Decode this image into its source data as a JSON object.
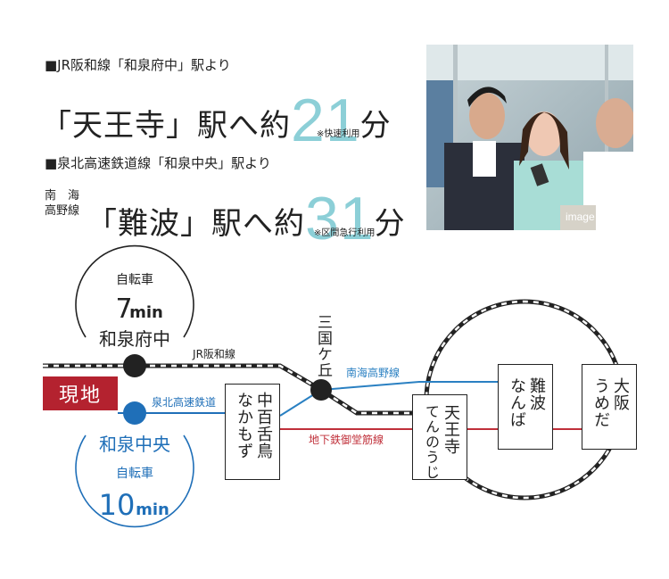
{
  "header": {
    "route1": {
      "from": "■JR阪和線「和泉府中」駅より",
      "dest": "「天王寺」駅へ約",
      "minutes": "21",
      "unit": "分",
      "note": "※快速利用"
    },
    "route2": {
      "from": "■泉北高速鉄道線「和泉中央」駅より",
      "prefix_top": "南　海",
      "prefix_bottom": "高野線",
      "dest": "「難波」駅へ約",
      "minutes": "31",
      "unit": "分",
      "note": "※区間急行利用"
    }
  },
  "photo": {
    "caption": "image photo"
  },
  "map": {
    "site_label": "現地",
    "lines": {
      "jr_hanwa": "JR阪和線",
      "semboku": "泉北高速鉄道",
      "nankai_koya": "南海高野線",
      "midosuji": "地下鉄御堂筋線"
    },
    "stations": {
      "izumifuchu": "和泉府中",
      "izumichuo": "和泉中央",
      "mikunigaoka": "三国ケ丘",
      "nakamozu_kanji": "中百舌鳥",
      "nakamozu_kana": "なかもず",
      "tennoji_kanji": "天王寺",
      "tennoji_kana": "てんのうじ",
      "namba_kanji": "難波",
      "namba_kana": "なんば",
      "umeda_kanji": "大阪",
      "umeda_kana": "うめだ"
    },
    "bike1": {
      "label": "自転車",
      "number": "7",
      "unit": "min"
    },
    "bike2": {
      "label": "自転車",
      "number": "10",
      "unit": "min"
    },
    "colors": {
      "accent_number": "#8ccfd7",
      "site_red": "#b4222f",
      "semboku_blue": "#1f6fb8",
      "nankai_blue": "#2a80c2",
      "midosuji_red": "#c0303a",
      "jr_black": "#222222"
    }
  }
}
